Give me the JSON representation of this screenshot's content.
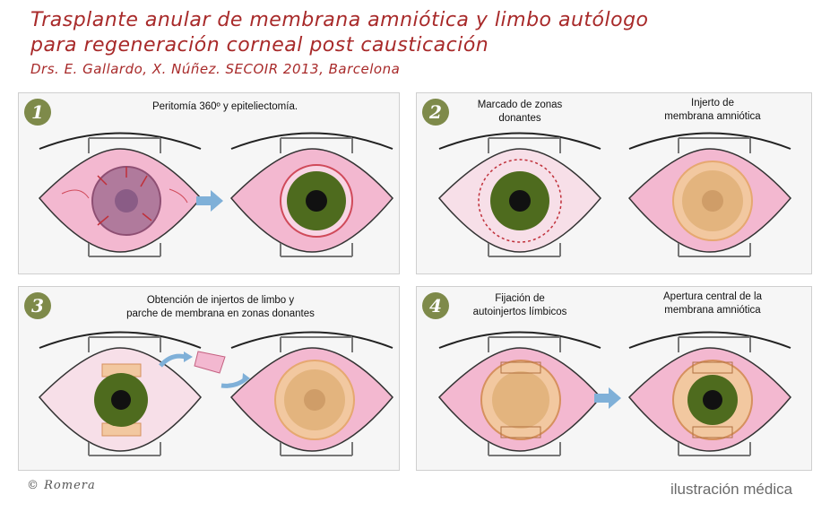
{
  "header": {
    "title_line1": "Trasplante anular de membrana amniótica y limbo autólogo",
    "title_line2": "para regeneración corneal post causticación",
    "authors": "Drs. E. Gallardo, X. Núñez. SECOIR 2013, Barcelona"
  },
  "colors": {
    "title": "#a82a2a",
    "badge": "#7e8a4a",
    "sclera": "#f3b8d0",
    "iris_green": "#4e6b1e",
    "membrane": "#f2c8a0",
    "arrow": "#7fb0d8"
  },
  "panels": [
    {
      "number": "1",
      "captions": [
        "Peritomía 360º y epiteliectomía."
      ]
    },
    {
      "number": "2",
      "captions": [
        "Marcado de zonas\ndonantes",
        "Injerto de\nmembrana amniótica"
      ]
    },
    {
      "number": "3",
      "captions": [
        "Obtención de injertos de limbo y\nparche de membrana en zonas donantes"
      ]
    },
    {
      "number": "4",
      "captions": [
        "Fijación de\nautoinjertos límbicos",
        "Apertura central de la\nmembrana amniótica"
      ]
    }
  ],
  "footer": {
    "credit": "© Romera",
    "brand": "ilustración médica"
  }
}
